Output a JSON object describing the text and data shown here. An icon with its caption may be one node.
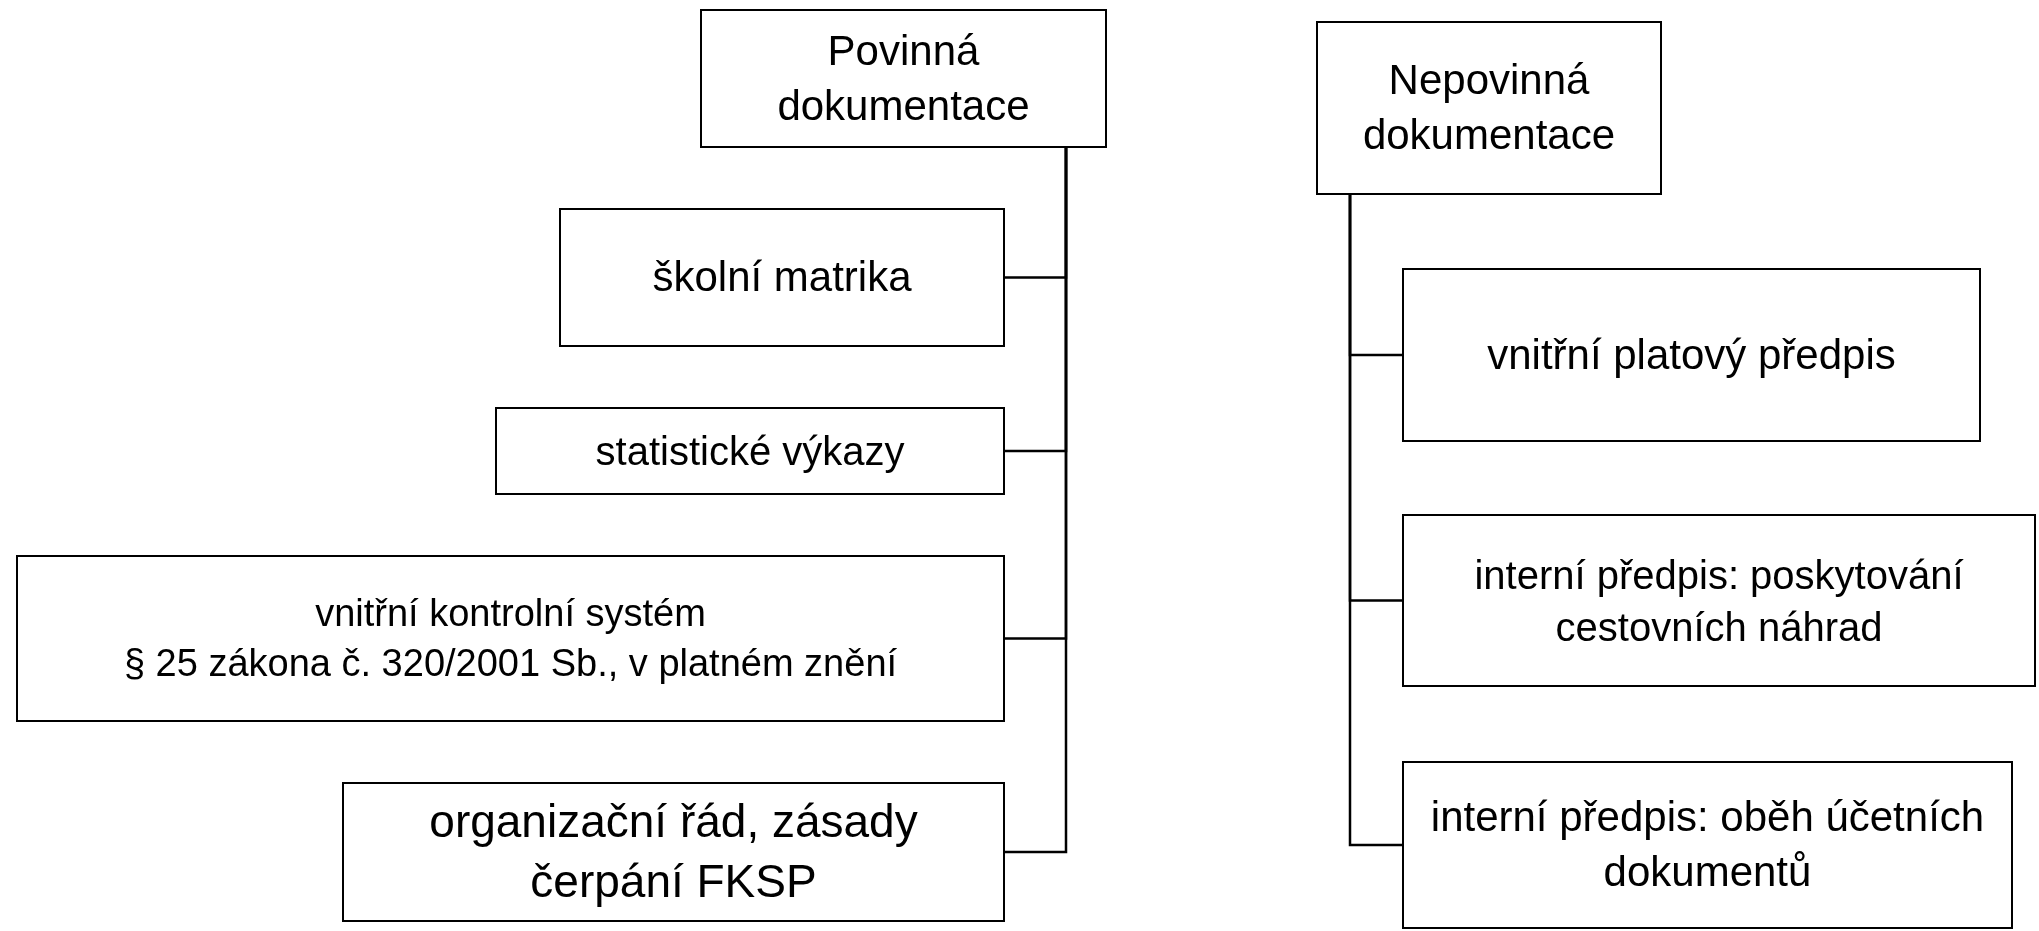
{
  "diagram": {
    "nodes": [
      {
        "text": [
          "Povinná dokumentace"
        ]
      },
      {
        "text": [
          "školní matrika"
        ]
      },
      {
        "text": [
          "statistické výkazy"
        ]
      },
      {
        "text": [
          "vnitřní kontrolní systém",
          "§ 25 zákona č. 320/2001 Sb., v platném znění"
        ]
      },
      {
        "text": [
          "organizační řád, zásady čerpání FKSP"
        ]
      },
      {
        "text": [
          "Nepovinná dokumentace"
        ]
      },
      {
        "text": [
          "vnitřní platový předpis"
        ]
      },
      {
        "text": [
          "interní předpis: poskytování cestovních náhrad"
        ]
      },
      {
        "text": [
          "interní předpis: oběh účetních dokumentů"
        ]
      }
    ],
    "edges": [
      {
        "from": 0,
        "to": 1,
        "arrow": "none"
      },
      {
        "from": 0,
        "to": 2,
        "arrow": "none"
      },
      {
        "from": 0,
        "to": 3,
        "arrow": "none"
      },
      {
        "from": 0,
        "to": 4,
        "arrow": "none"
      },
      {
        "from": 5,
        "to": 6,
        "arrow": "none"
      },
      {
        "from": 5,
        "to": 7,
        "arrow": "none"
      },
      {
        "from": 5,
        "to": 8,
        "arrow": "none"
      }
    ]
  }
}
